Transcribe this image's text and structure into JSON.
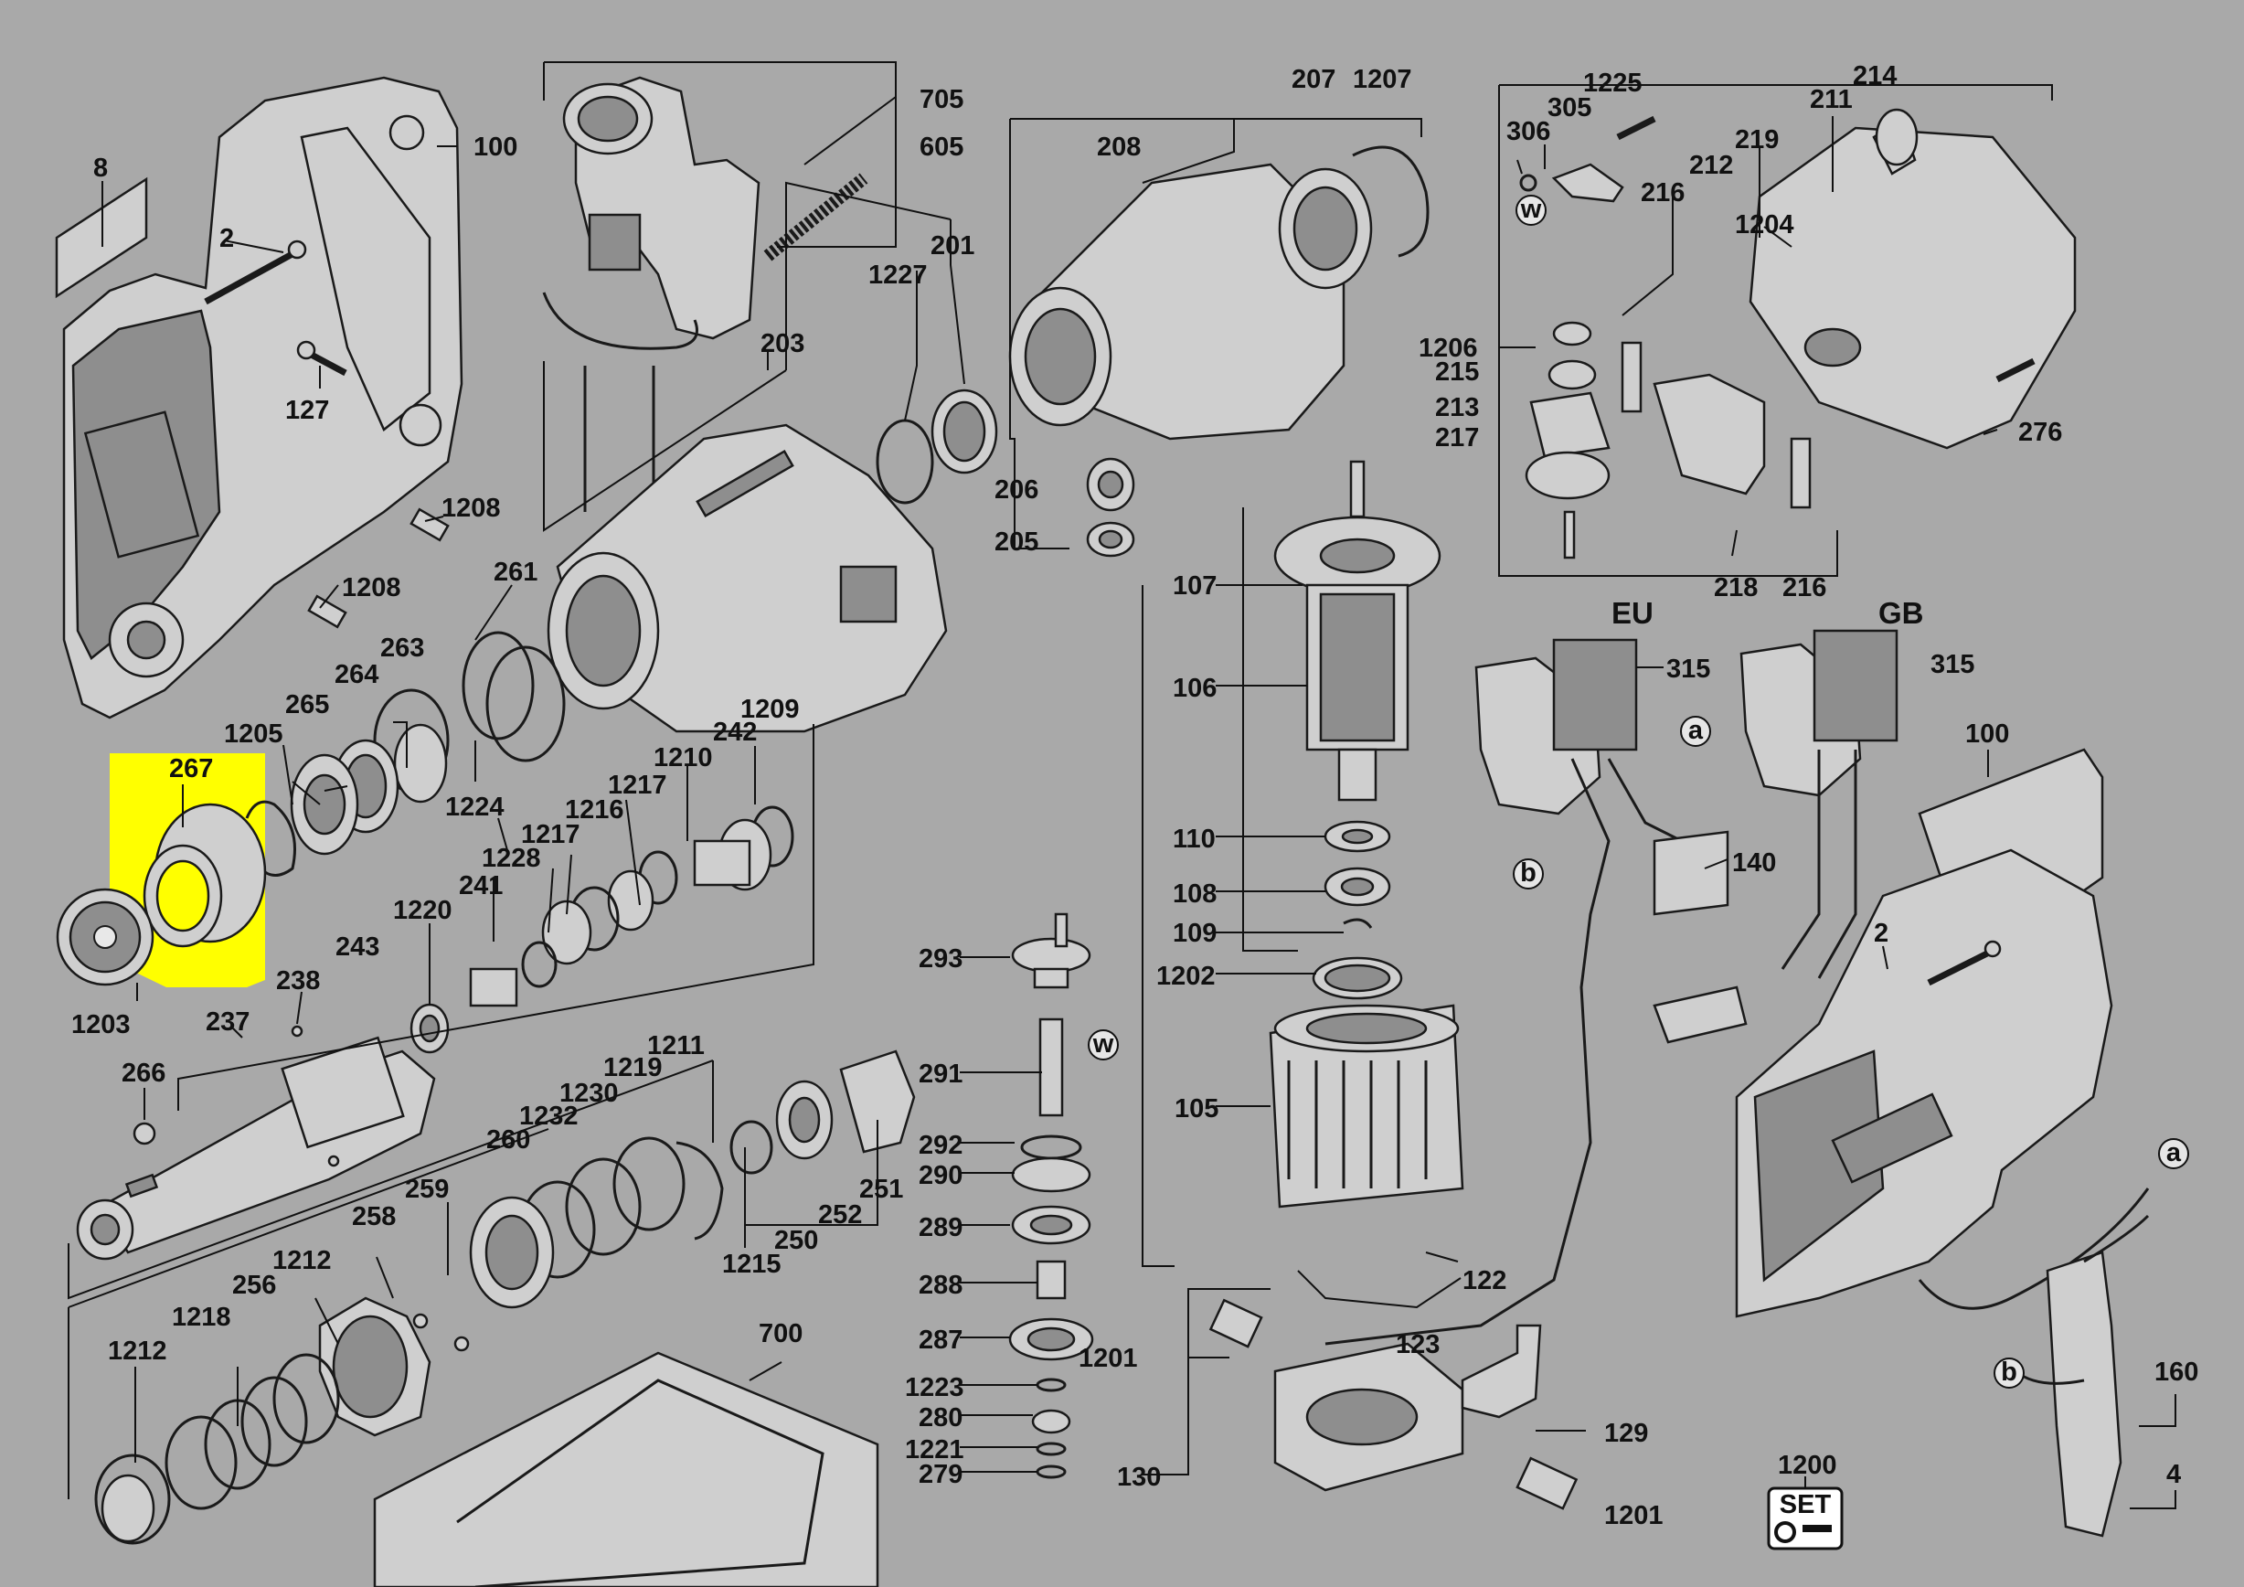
{
  "labels": {
    "l8": "8",
    "l2a": "2",
    "l100a": "100",
    "l127": "127",
    "l1208a": "1208",
    "l1208b": "1208",
    "l705": "705",
    "l605": "605",
    "l203": "203",
    "l261": "261",
    "l263": "263",
    "l264": "264",
    "l265": "265",
    "l1224": "1224",
    "l1205": "1205",
    "l267": "267",
    "l1203": "1203",
    "l1227": "1227",
    "l201": "201",
    "l208": "208",
    "l207": "207",
    "l1207": "1207",
    "l206": "206",
    "l205": "205",
    "l1209": "1209",
    "l242": "242",
    "l1210": "1210",
    "l1217a": "1217",
    "l1217b": "1217",
    "l1216": "1216",
    "l1228": "1228",
    "l241": "241",
    "l1220": "1220",
    "l243": "243",
    "l238": "238",
    "l237": "237",
    "l266": "266",
    "l1211": "1211",
    "l1219": "1219",
    "l1230": "1230",
    "l1232": "1232",
    "l260": "260",
    "l259": "259",
    "l258": "258",
    "l1212a": "1212",
    "l256": "256",
    "l1218": "1218",
    "l1212b": "1212",
    "l251": "251",
    "l252": "252",
    "l250": "250",
    "l1215": "1215",
    "l700": "700",
    "l107": "107",
    "l106": "106",
    "l110": "110",
    "l108": "108",
    "l109": "109",
    "l1202": "1202",
    "l105": "105",
    "l293": "293",
    "l291": "291",
    "l292": "292",
    "l290": "290",
    "l289": "289",
    "l288": "288",
    "l287": "287",
    "l1223": "1223",
    "l280": "280",
    "l1221": "1221",
    "l279": "279",
    "l1201a": "1201",
    "l1201b": "1201",
    "l130": "130",
    "l129": "129",
    "l122": "122",
    "l123": "123",
    "l306": "306",
    "l305": "305",
    "l1225": "1225",
    "l214": "214",
    "l211": "211",
    "l219": "219",
    "l212": "212",
    "l216a": "216",
    "l216b": "216",
    "l1204": "1204",
    "l1206": "1206",
    "l215": "215",
    "l213": "213",
    "l217": "217",
    "l218": "218",
    "l276": "276",
    "eu": "EU",
    "gb": "GB",
    "l315a": "315",
    "l315b": "315",
    "l140": "140",
    "l100b": "100",
    "l2b": "2",
    "l160": "160",
    "l4": "4",
    "l1200": "1200",
    "set": "SET"
  },
  "markers": {
    "w1": "w",
    "w2": "w",
    "a1": "a",
    "a2": "a",
    "b1": "b",
    "b2": "b"
  },
  "colors": {
    "background": "#a9a9a9",
    "highlight": "#ffff00",
    "line": "#111111",
    "part": "#cfcfcf"
  },
  "highlight": {
    "part_number": "267"
  }
}
